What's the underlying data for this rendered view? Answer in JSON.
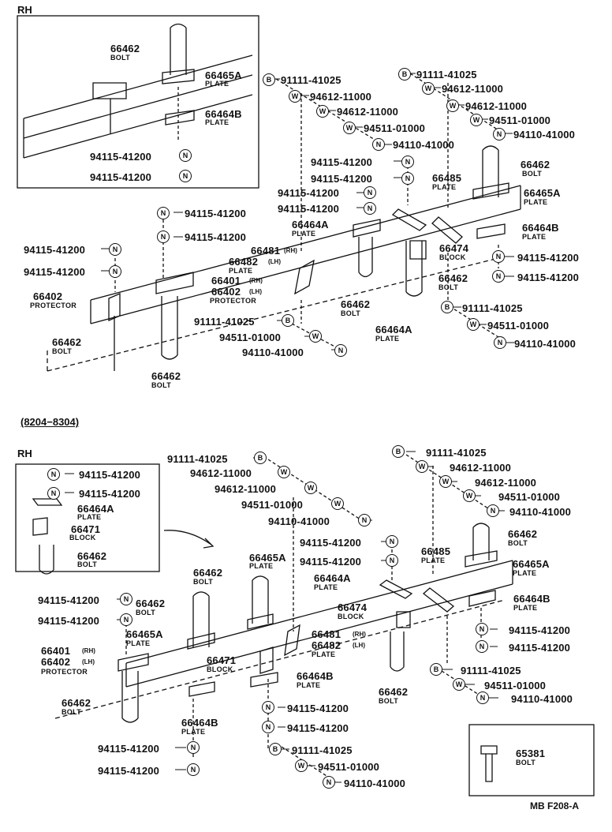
{
  "top": {
    "rh_label": "RH",
    "inset": {
      "bolt_num": "66462",
      "bolt_cap": "BOLT",
      "p65a_num": "66465A",
      "p65a_cap": "PLATE",
      "p64b_num": "66464B",
      "p64b_cap": "PLATE",
      "nut1": "94115-41200",
      "nut2": "94115-41200"
    },
    "left_fasteners": {
      "b": "91111-41025",
      "w1": "94612-11000",
      "w2": "94612-11000",
      "w3": "94511-01000",
      "n": "94110-41000"
    },
    "right_fasteners": {
      "b": "91111-41025",
      "w1": "94612-11000",
      "w2": "94612-11000",
      "w3": "94511-01000",
      "n": "94110-41000"
    },
    "mid_nuts": {
      "n1": "94115-41200",
      "n2": "94115-41200",
      "n3": "94115-41200",
      "n4": "94115-41200"
    },
    "upper_left_nuts": {
      "n1": "94115-41200",
      "n2": "94115-41200"
    },
    "far_left_nuts": {
      "n1": "94115-41200",
      "n2": "94115-41200"
    },
    "bolt_right": {
      "num": "66462",
      "cap": "BOLT"
    },
    "p65a_right": {
      "num": "66465A",
      "cap": "PLATE"
    },
    "p85": {
      "num": "66485",
      "cap": "PLATE"
    },
    "p64a_upper": {
      "num": "66464A",
      "cap": "PLATE"
    },
    "p64b_right": {
      "num": "66464B",
      "cap": "PLATE"
    },
    "right_nuts": {
      "n1": "94115-41200",
      "n2": "94115-41200"
    },
    "block74": {
      "num": "66474",
      "cap": "BLOCK"
    },
    "p81": {
      "num1": "66481",
      "sub1": "(RH)",
      "num2": "66482",
      "sub2": "(LH)",
      "cap": "PLATE"
    },
    "bolt_center": {
      "num": "66462",
      "cap": "BOLT"
    },
    "p01": {
      "num1": "66401",
      "sub1": "(RH)",
      "num2": "66402",
      "sub2": "(LH)",
      "cap": "PROTECTOR"
    },
    "protector": {
      "num": "66402",
      "cap": "PROTECTOR"
    },
    "bolt_left": {
      "num": "66462",
      "cap": "BOLT"
    },
    "bolt_bottom": {
      "num": "66462",
      "cap": "BOLT"
    },
    "bolt_mid": {
      "num": "66462",
      "cap": "BOLT"
    },
    "p64a_lower": {
      "num": "66464A",
      "cap": "PLATE"
    },
    "lower_fasteners": {
      "b": "91111-41025",
      "w": "94511-01000",
      "n": "94110-41000"
    },
    "right_lower_fasteners": {
      "b": "91111-41025",
      "w": "94511-01000",
      "n": "94110-41000"
    }
  },
  "bottom": {
    "date_range": "(8204−8304)",
    "rh_label": "RH",
    "inset": {
      "nut1": "94115-41200",
      "nut2": "94115-41200",
      "p64a_num": "66464A",
      "p64a_cap": "PLATE",
      "blk_num": "66471",
      "blk_cap": "BLOCK",
      "bolt_num": "66462",
      "bolt_cap": "BOLT"
    },
    "left_fasteners": {
      "b": "91111-41025",
      "w1": "94612-11000",
      "w2": "94612-11000",
      "w3": "94511-01000",
      "n": "94110-41000"
    },
    "right_fasteners": {
      "b": "91111-41025",
      "w1": "94612-11000",
      "w2": "94612-11000",
      "w3": "94511-01000",
      "n": "94110-41000"
    },
    "center_nuts": {
      "n1": "94115-41200",
      "n2": "94115-41200"
    },
    "left_nuts": {
      "n1": "94115-41200",
      "n2": "94115-41200"
    },
    "bolt_tl": {
      "num": "66462",
      "cap": "BOLT"
    },
    "bolt_l2": {
      "num": "66462",
      "cap": "BOLT"
    },
    "p65a_center": {
      "num": "66465A",
      "cap": "PLATE"
    },
    "p85": {
      "num": "66485",
      "cap": "PLATE"
    },
    "bolt_right": {
      "num": "66462",
      "cap": "BOLT"
    },
    "p65a_right": {
      "num": "66465A",
      "cap": "PLATE"
    },
    "p64a": {
      "num": "66464A",
      "cap": "PLATE"
    },
    "block74": {
      "num": "66474",
      "cap": "BLOCK"
    },
    "p64b_right": {
      "num": "66464B",
      "cap": "PLATE"
    },
    "p65a_left": {
      "num": "66465A",
      "cap": "PLATE"
    },
    "p81": {
      "num1": "66481",
      "sub1": "(RH)",
      "num2": "66482",
      "sub2": "(LH)",
      "cap": "PLATE"
    },
    "right_nuts": {
      "n1": "94115-41200",
      "n2": "94115-41200"
    },
    "p01": {
      "num1": "66401",
      "sub1": "(RH)",
      "num2": "66402",
      "sub2": "(LH)",
      "cap": "PROTECTOR"
    },
    "block71": {
      "num": "66471",
      "cap": "BLOCK"
    },
    "p64b_center": {
      "num": "66464B",
      "cap": "PLATE"
    },
    "bolt_center": {
      "num": "66462",
      "cap": "BOLT"
    },
    "right_lower_fasteners": {
      "b": "91111-41025",
      "w": "94511-01000",
      "n": "94110-41000"
    },
    "bolt_left": {
      "num": "66462",
      "cap": "BOLT"
    },
    "p64b_left": {
      "num": "66464B",
      "cap": "PLATE"
    },
    "center_low_nuts": {
      "n1": "94115-41200",
      "n2": "94115-41200"
    },
    "left_low_nuts": {
      "n1": "94115-41200",
      "n2": "94115-41200"
    },
    "center_low_fasteners": {
      "b": "91111-41025",
      "w": "94511-01000",
      "n": "94110-41000"
    },
    "bolt65": {
      "num": "65381",
      "cap": "BOLT"
    },
    "fig_code": "MB F208-A"
  },
  "symbols": {
    "bolt": "B",
    "washer": "W",
    "nut": "N"
  }
}
